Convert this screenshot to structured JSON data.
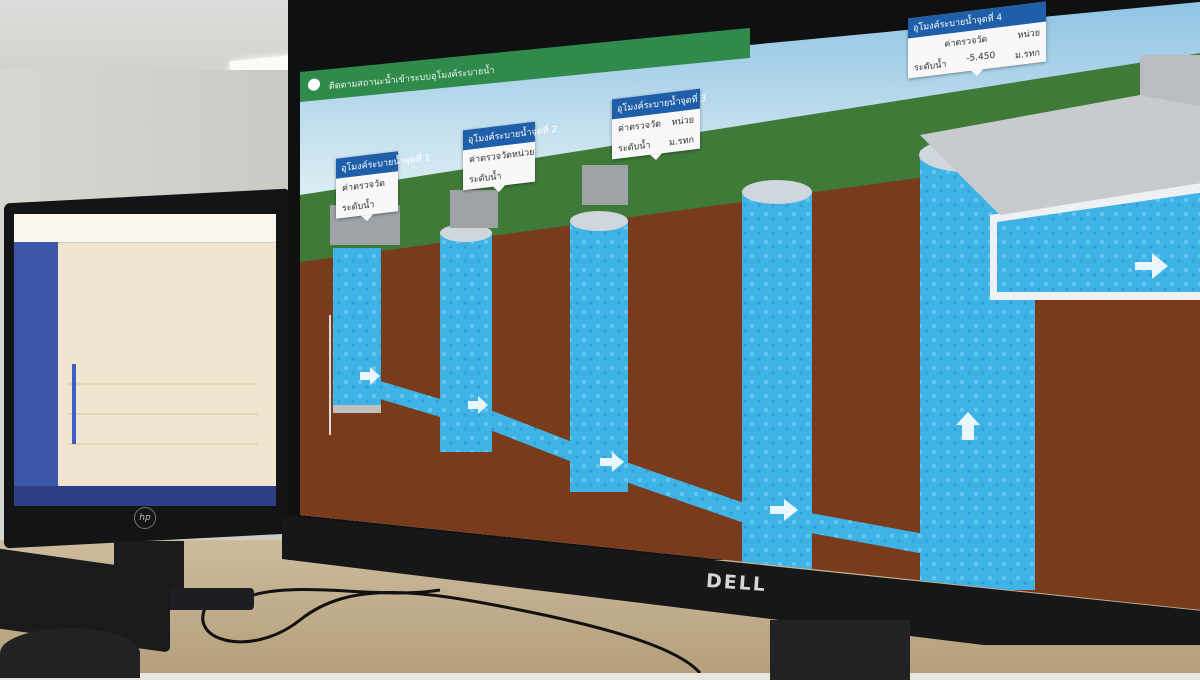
{
  "app": {
    "title": "ติดตามสถานะน้ำเข้าระบบอุโมงค์ระบายน้ำ"
  },
  "stations": [
    {
      "header": "อุโมงค์ระบายน้ำจุดที่ 1",
      "col_value": "ค่าตรวจวัด",
      "row_label": "ระดับน้ำ",
      "value": "",
      "unit": ""
    },
    {
      "header": "อุโมงค์ระบายน้ำจุดที่ 2",
      "col_value": "ค่าตรวจวัด",
      "col_unit": "หน่วย",
      "row_label": "ระดับน้ำ",
      "value": "",
      "unit": ""
    },
    {
      "header": "อุโมงค์ระบายน้ำจุดที่ 3",
      "col_value": "ค่าตรวจวัด",
      "col_unit": "หน่วย",
      "row_label": "ระดับน้ำ",
      "value": "",
      "unit": "ม.รทก"
    },
    {
      "header": "อุโมงค์ระบายน้ำจุดที่ 4",
      "col_value": "ค่าตรวจวัด",
      "col_unit": "หน่วย",
      "row_label": "ระดับน้ำ",
      "value": "-5.450",
      "unit": "ม.รทก"
    }
  ],
  "monitor_brand": "DELL",
  "left_monitor_brand": "hp",
  "colors": {
    "water": "#3fb3e6",
    "soil": "#7a3a1c",
    "grass": "#3f7a39",
    "header_blue": "#1f5ea8",
    "title_green": "#2f8a4c"
  }
}
